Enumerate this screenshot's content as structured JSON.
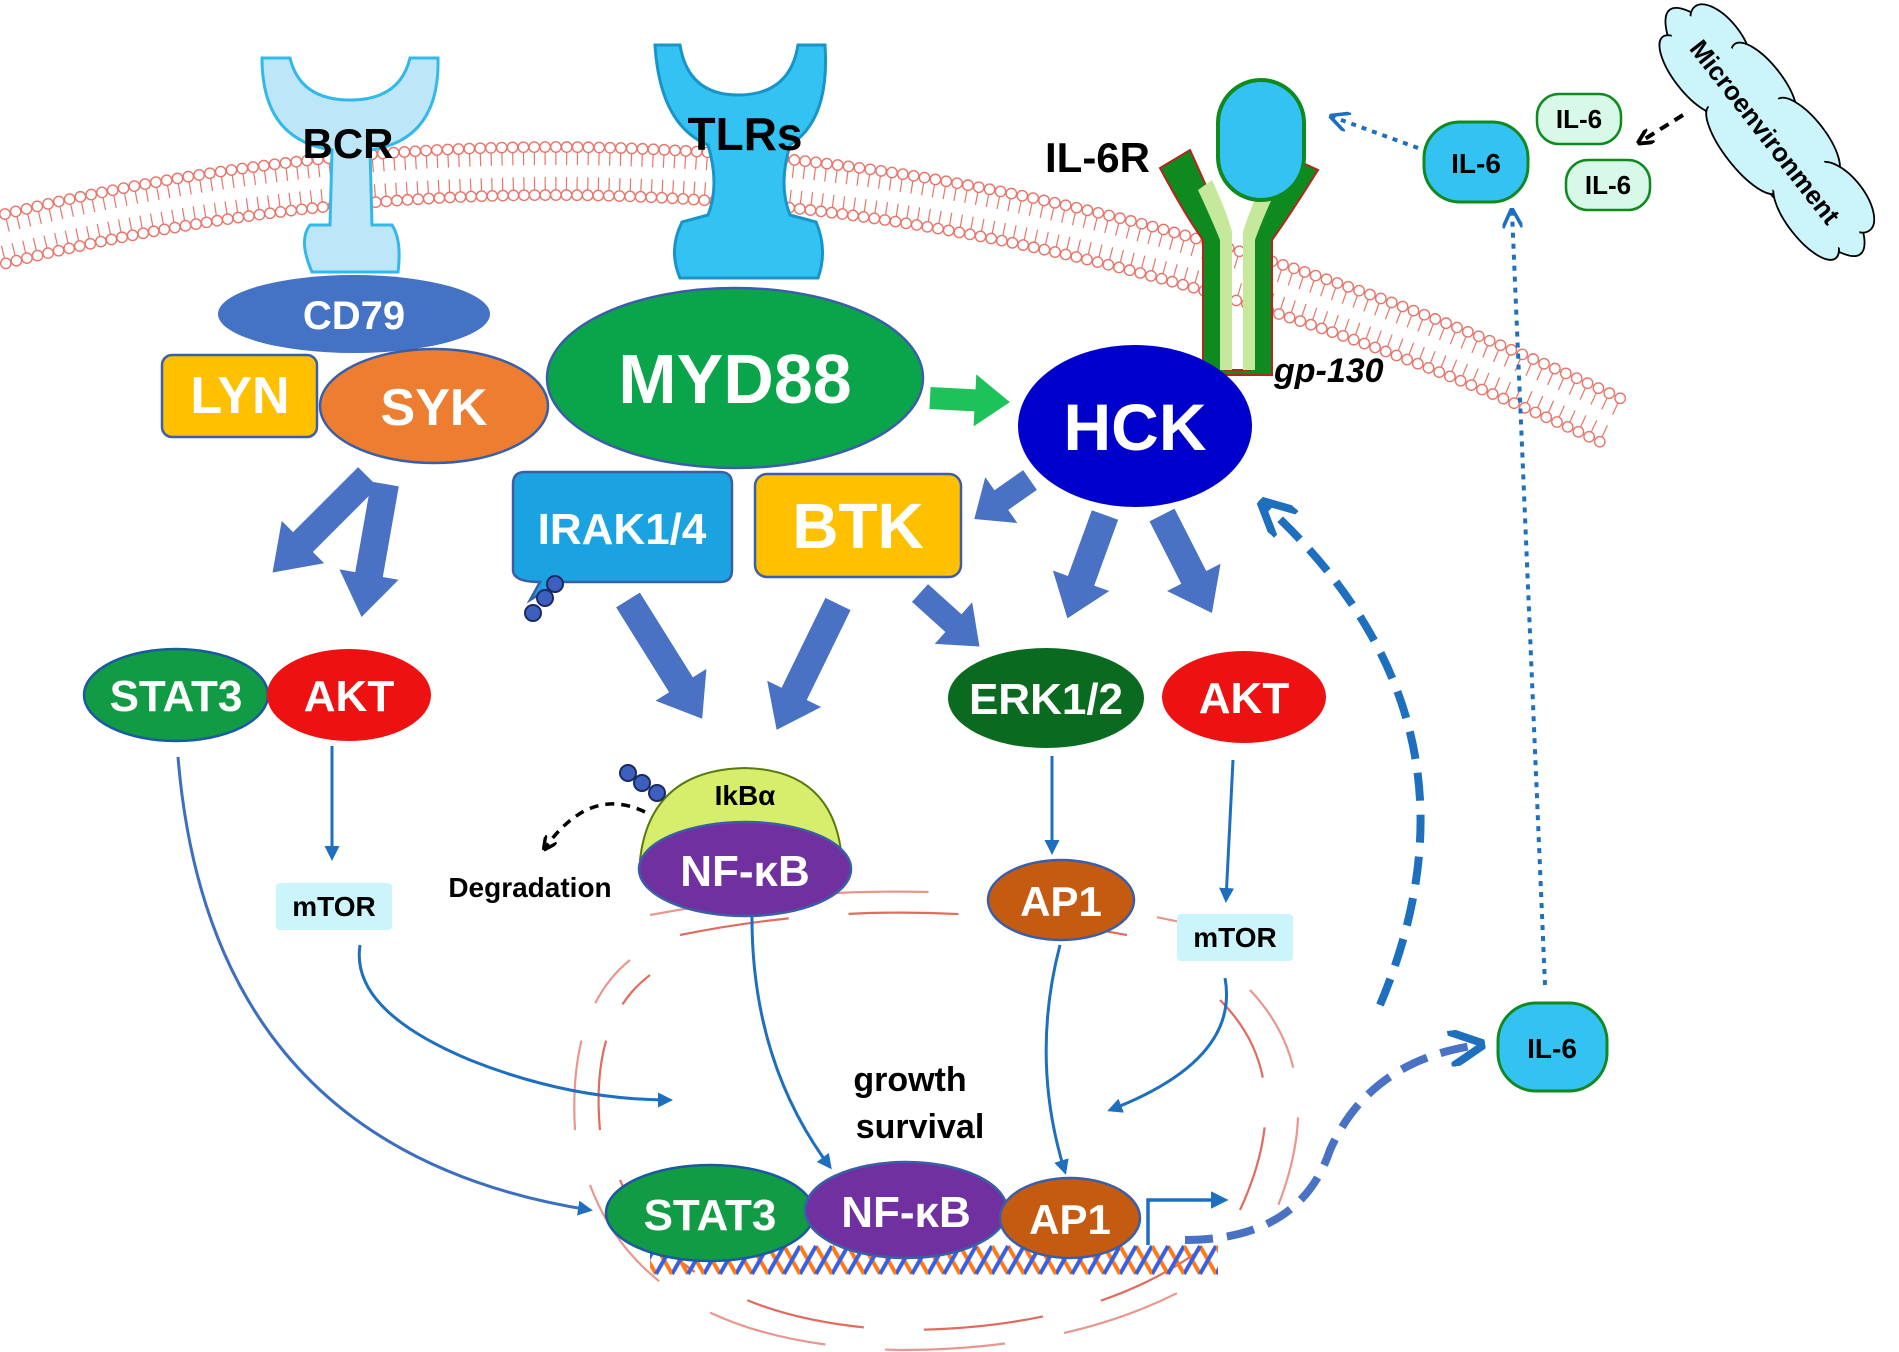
{
  "receptors": {
    "bcr": "BCR",
    "tlrs": "TLRs",
    "il6r": "IL-6R",
    "gp130": "gp-130"
  },
  "nodes": {
    "cd79": "CD79",
    "lyn": "LYN",
    "syk": "SYK",
    "myd88": "MYD88",
    "hck": "HCK",
    "irak": "IRAK1/4",
    "btk": "BTK",
    "stat3": "STAT3",
    "akt_left": "AKT",
    "erk": "ERK1/2",
    "akt_right": "AKT",
    "mtor_left": "mTOR",
    "mtor_right": "mTOR",
    "ikba": "IkBα",
    "nfkb": "NF-κB",
    "degradation": "Degradation",
    "ap1": "AP1",
    "microenvironment": "Microenvironment",
    "il6_main": "IL-6",
    "il6_small_1": "IL-6",
    "il6_small_2": "IL-6",
    "il6_secreted": "IL-6"
  },
  "nucleus": {
    "outcome_line1": "growth",
    "outcome_line2": "survival",
    "stat3": "STAT3",
    "nfkb": "NF-κB",
    "ap1": "AP1"
  },
  "colors": {
    "membrane": "#e8746a",
    "signal_arrow": "#4a72c4",
    "thin_arrow": "#1e6fbd",
    "myd88": "#0aa44a",
    "hck": "#0000cc",
    "syk": "#ed7d31",
    "lyn": "#ffc000",
    "btk": "#ffc000",
    "irak": "#1aa3e0",
    "cd79": "#4472c4",
    "stat3": "#119b45",
    "akt": "#ee1111",
    "erk": "#0a6a20",
    "nfkb": "#7030a0",
    "ikba": "#d6ee6c",
    "ap1": "#c55a11",
    "il6": "#33ccf5",
    "il6_small": "#d8f8e8",
    "mtor": "#ccf4fb",
    "il6r_outer": "#0f8a1f",
    "il6r_inner": "#c6e89a",
    "receptor_blue": "#33c2f2"
  }
}
